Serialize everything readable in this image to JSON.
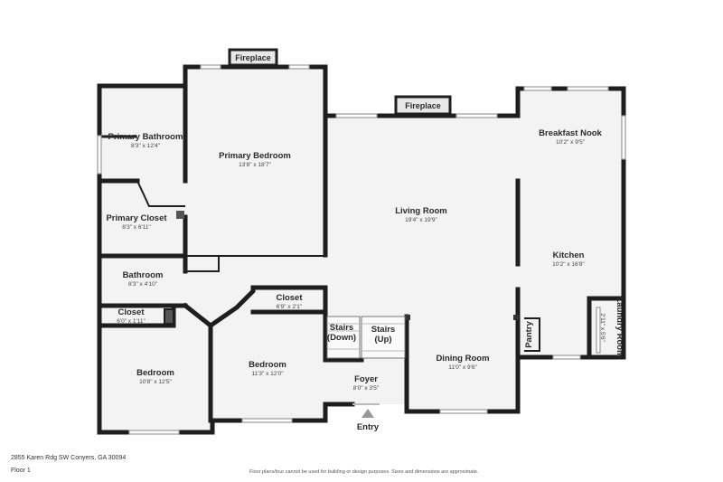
{
  "address": "2855 Karen Rdg SW Conyers, GA 30094",
  "floor_label": "Floor 1",
  "disclaimer": "Floor plans/tour cannot be used for building or design purposes. Sizes and dimensions are approximate.",
  "entry_label": "Entry",
  "features": {
    "fireplace_bedroom": "Fireplace",
    "fireplace_living": "Fireplace"
  },
  "rooms": {
    "primary_bathroom": {
      "name": "Primary Bathroom",
      "dims": "8'3\" x 12'4\""
    },
    "primary_bedroom": {
      "name": "Primary Bedroom",
      "dims": "13'8\" x 18'7\""
    },
    "primary_closet": {
      "name": "Primary Closet",
      "dims": "8'3\" x 6'11\""
    },
    "bathroom": {
      "name": "Bathroom",
      "dims": "8'3\" x 4'10\""
    },
    "closet_left": {
      "name": "Closet",
      "dims": "6'0\" x 1'11\""
    },
    "closet_mid": {
      "name": "Closet",
      "dims": "6'9\" x 2'1\""
    },
    "bedroom_left": {
      "name": "Bedroom",
      "dims": "10'8\" x 12'5\""
    },
    "bedroom_mid": {
      "name": "Bedroom",
      "dims": "11'3\" x 12'0\""
    },
    "living_room": {
      "name": "Living Room",
      "dims": "19'4\" x 19'9\""
    },
    "breakfast_nook": {
      "name": "Breakfast Nook",
      "dims": "10'2\" x 9'5\""
    },
    "kitchen": {
      "name": "Kitchen",
      "dims": "10'2\" x 16'8\""
    },
    "dining_room": {
      "name": "Dining Room",
      "dims": "11'0\" x 9'6\""
    },
    "foyer": {
      "name": "Foyer",
      "dims": "8'0\" x 3'5\""
    },
    "laundry_room": {
      "name": "Laundry Room",
      "dims": "2'11\" x 5'6\""
    },
    "pantry": {
      "name": "Pantry"
    },
    "stairs_down": {
      "name": "Stairs (Down)"
    },
    "stairs_up": {
      "name": "Stairs (Up)"
    }
  }
}
